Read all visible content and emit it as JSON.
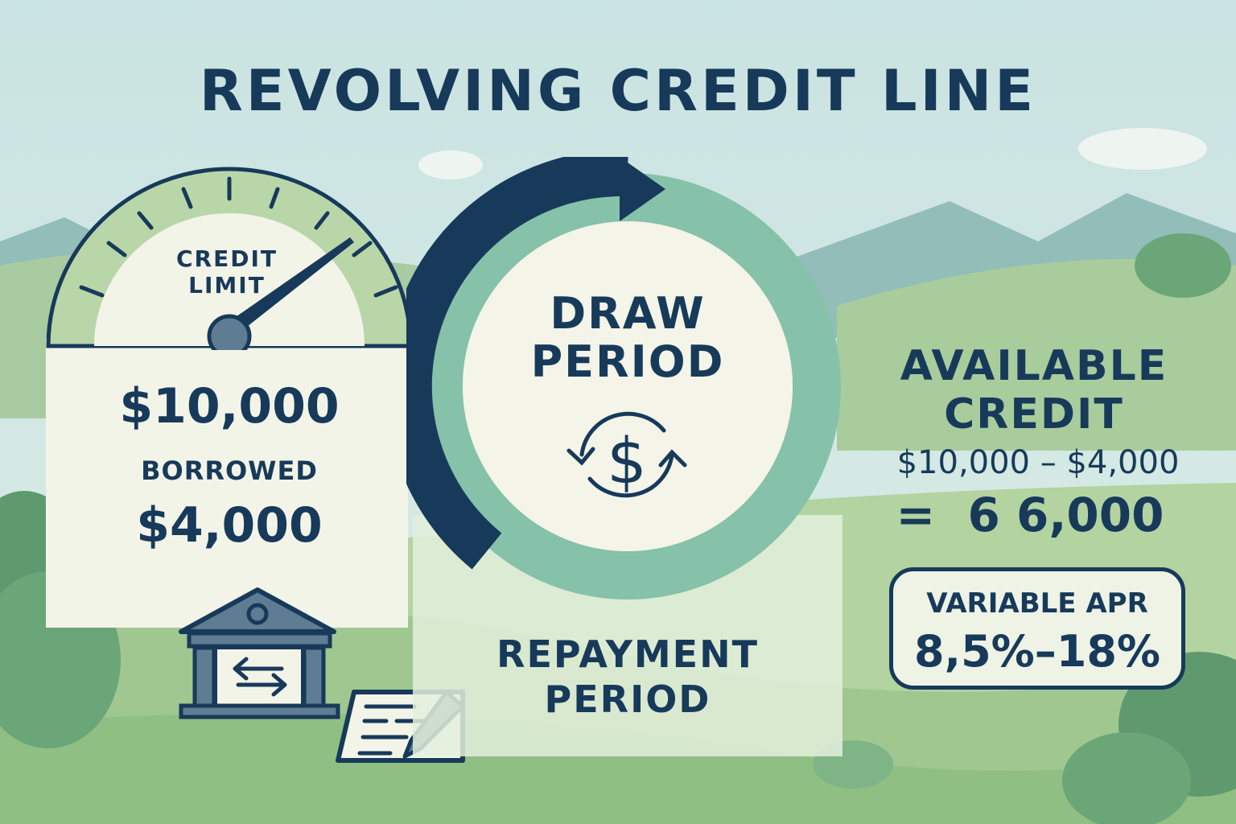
{
  "title": "REVOLVING CREDIT LINE",
  "gauge": {
    "label_line1": "CREDIT",
    "label_line2": "LIMIT",
    "limit_amount": "$10,000",
    "borrowed_label": "BORROWED",
    "borrowed_amount": "$4,000",
    "icon": "speedometer-gauge-icon"
  },
  "cycle": {
    "center_line1": "DRAW",
    "center_line2": "PERIOD",
    "center_icon": "dollar-cycle-icon",
    "bottom_line1": "REPAYMENT",
    "bottom_line2": "PERIOD",
    "arrow_icon": "circular-arrow-icon"
  },
  "available": {
    "heading_line1": "AVAILABLE",
    "heading_line2": "CREDIT",
    "formula": "$10,000 – $4,000",
    "result": "=  6 6,000"
  },
  "apr": {
    "label": "VARIABLE APR",
    "range": "8,5%–18%"
  },
  "illustrations": {
    "bank_icon": "bank-transfer-icon",
    "document_icon": "signed-document-icon"
  },
  "colors": {
    "navy": "#173a5a",
    "teal_ring": "#86c1a9",
    "cream": "#f4f4e8",
    "sky": "#cfe6e4",
    "hill_light": "#b6d4a4",
    "hill_dark": "#8dbb85",
    "tree": "#5e9a6e"
  }
}
